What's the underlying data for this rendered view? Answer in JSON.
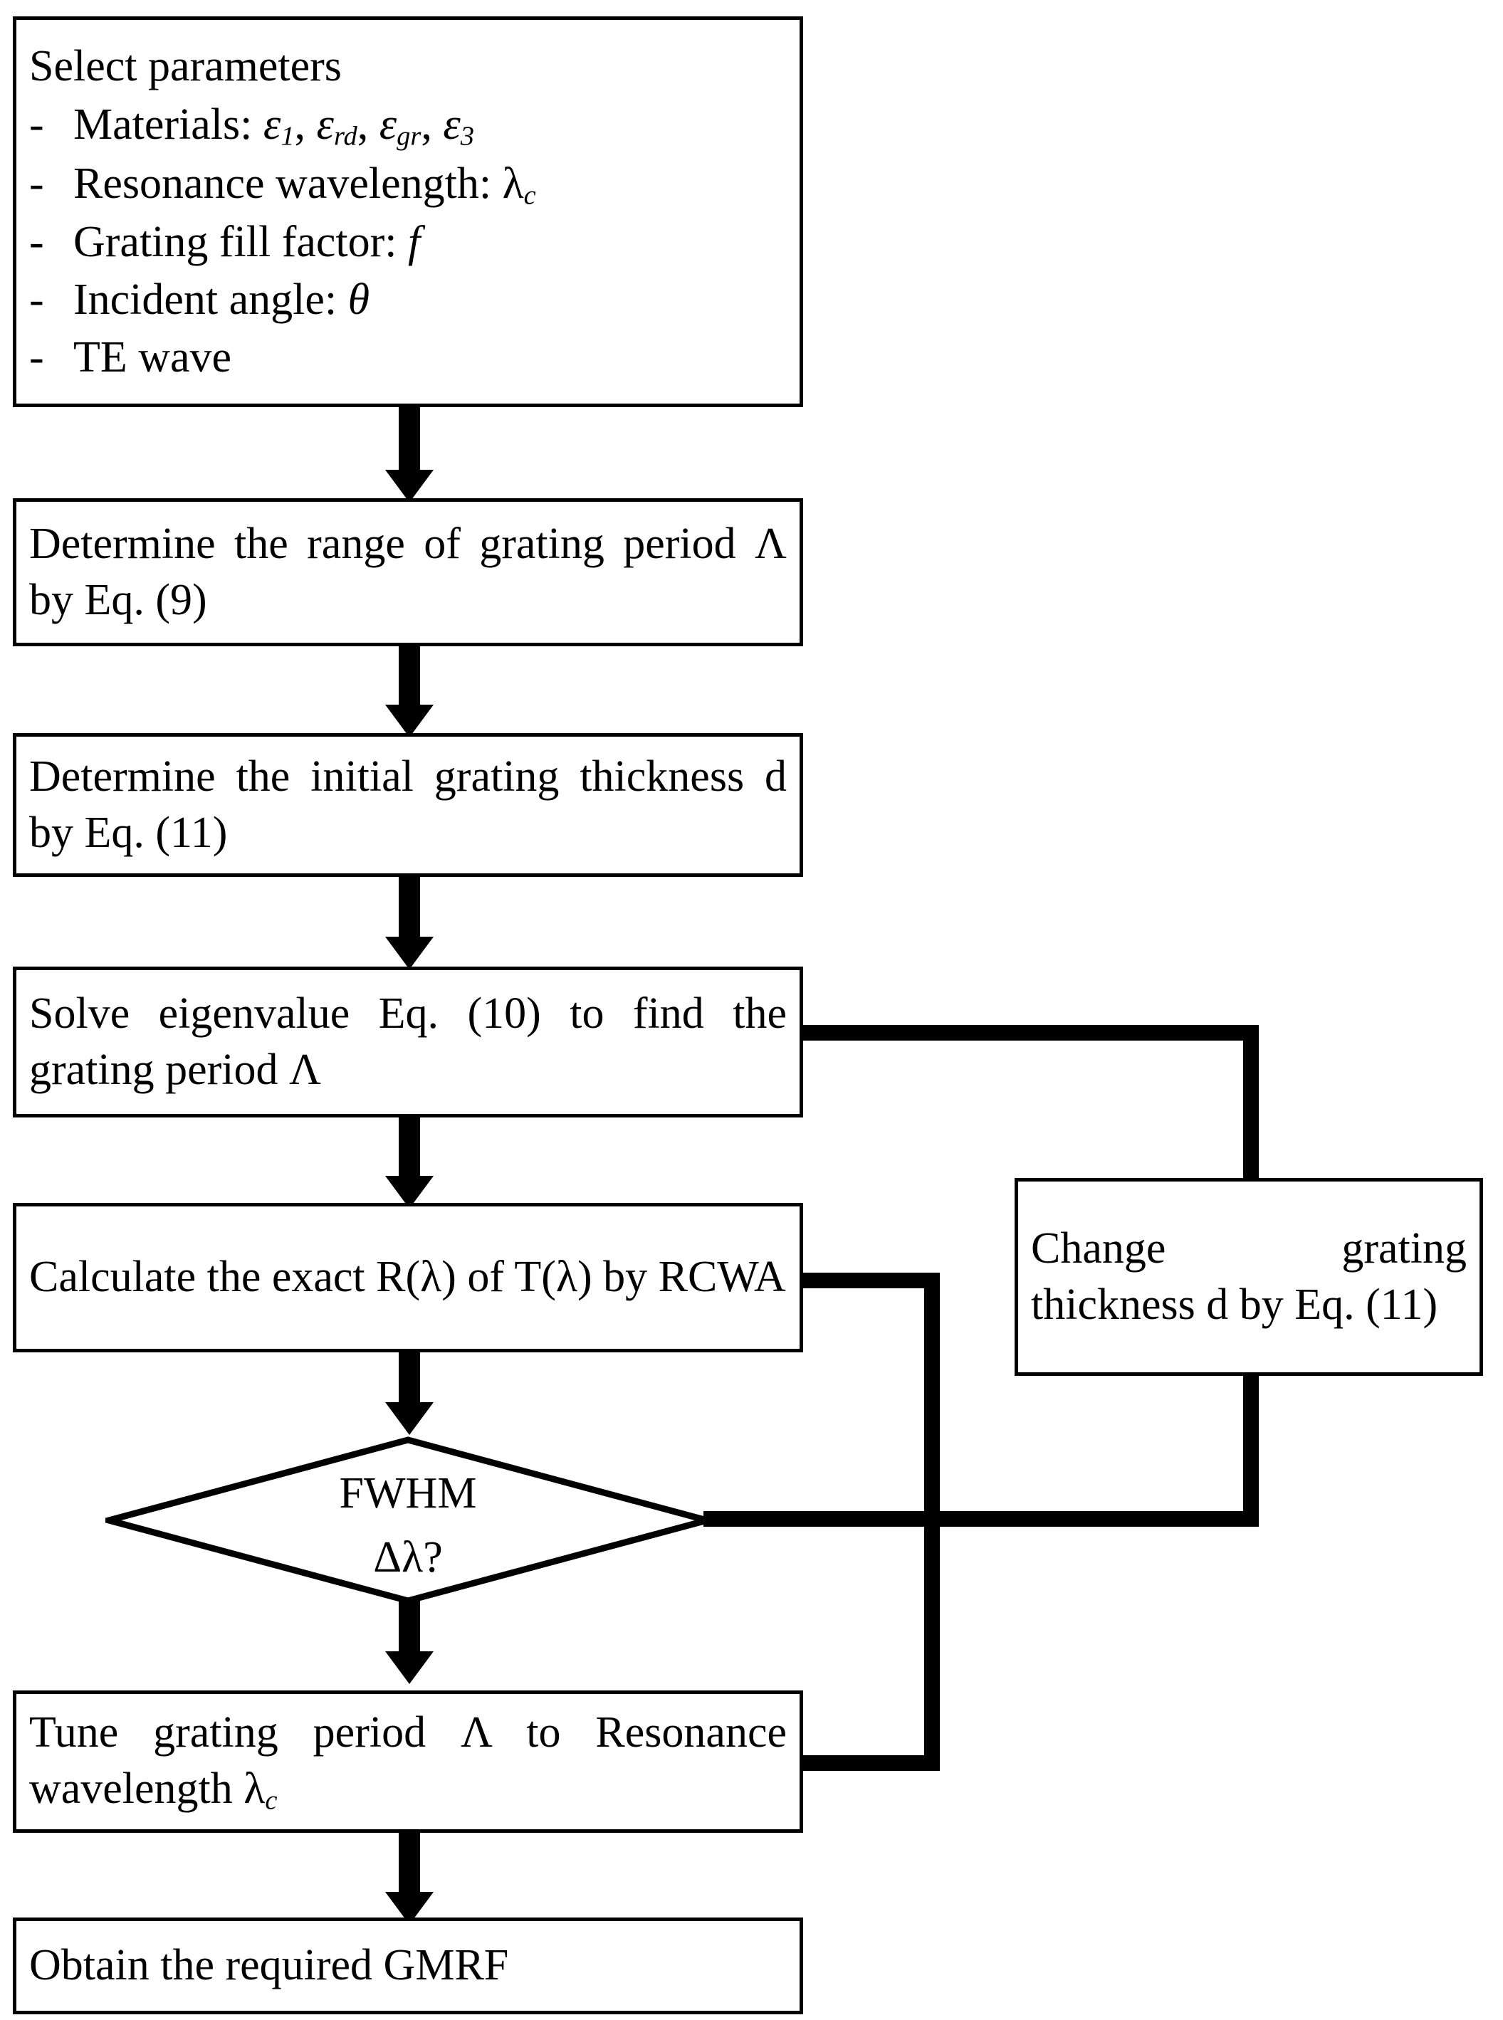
{
  "diagram": {
    "title": "GMRF design procedure flowchart",
    "type": "flowchart",
    "line_color": "#000000",
    "fill_color": "#ffffff"
  },
  "nodes": {
    "select_parameters": {
      "heading": "Select parameters",
      "bullet": "-",
      "items": [
        "Materials: ε₁, εᵣᵈ, ε_gr, ε₃",
        "Resonance wavelength: λ_c",
        "Grating fill factor: f",
        "Incident angle: θ",
        "TE wave"
      ],
      "item_labels": {
        "materials": "Materials:",
        "resonance": "Resonance wavelength:",
        "fill_factor": "Grating fill factor:",
        "incident_angle": "Incident angle:",
        "te_wave": "TE wave"
      },
      "symbols": {
        "eps1_base": "ε",
        "eps1_sub": "1",
        "epsrd_base": "ε",
        "epsrd_sub": "rd",
        "epsgr_base": "ε",
        "epsgr_sub": "gr",
        "eps3_base": "ε",
        "eps3_sub": "3",
        "lambda_base": "λ",
        "lambda_sub": "c",
        "f": "f",
        "theta": "θ",
        "comma": ", "
      }
    },
    "determine_range": {
      "text": "Determine the range of grating period Λ by Eq. (9)"
    },
    "determine_thickness": {
      "text": "Determine the initial grating thickness d by Eq. (11)"
    },
    "solve_eigenvalue": {
      "text": "Solve eigenvalue Eq. (10) to find the grating period Λ"
    },
    "calculate_rcwa": {
      "text": "Calculate the exact R(λ) of T(λ) by RCWA"
    },
    "change_thickness": {
      "text": "Change grating thickness d by Eq. (11)"
    },
    "decision_fwhm": {
      "line1": "FWHM",
      "line2": "Δλ?"
    },
    "tune_period": {
      "text_part1": "Tune grating period Λ to Resonance wavelength ",
      "lambda_base": "λ",
      "lambda_sub": "c"
    },
    "obtain_gmrf": {
      "text": "Obtain the required GMRF"
    }
  }
}
